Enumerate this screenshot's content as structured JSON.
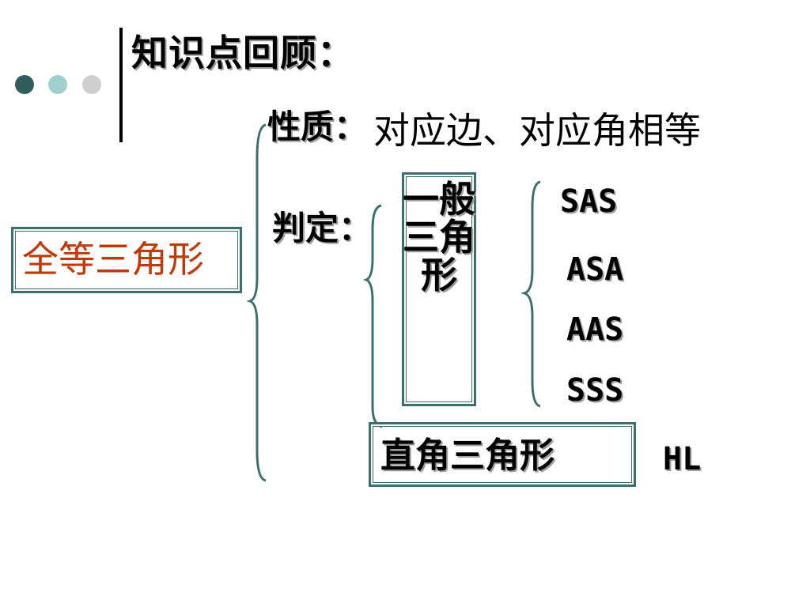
{
  "slide": {
    "title": "知识点回顾：",
    "decor_colors": [
      "#2f5e5c",
      "#9fcfcf",
      "#cfcfcf"
    ]
  },
  "diagram": {
    "root": "全等三角形",
    "property": {
      "label": "性质：",
      "text": "对应边、对应角相等"
    },
    "judgement": {
      "label": "判定：",
      "general": {
        "label": "一般三角形",
        "criteria": [
          "SAS",
          "ASA",
          "AAS",
          "SSS"
        ]
      },
      "right": {
        "label": "直角三角形",
        "criterion": "HL"
      }
    },
    "colors": {
      "box_border": "#3d6f6c",
      "brace": "#3d6f6c",
      "root_text": "#c0390b"
    }
  }
}
